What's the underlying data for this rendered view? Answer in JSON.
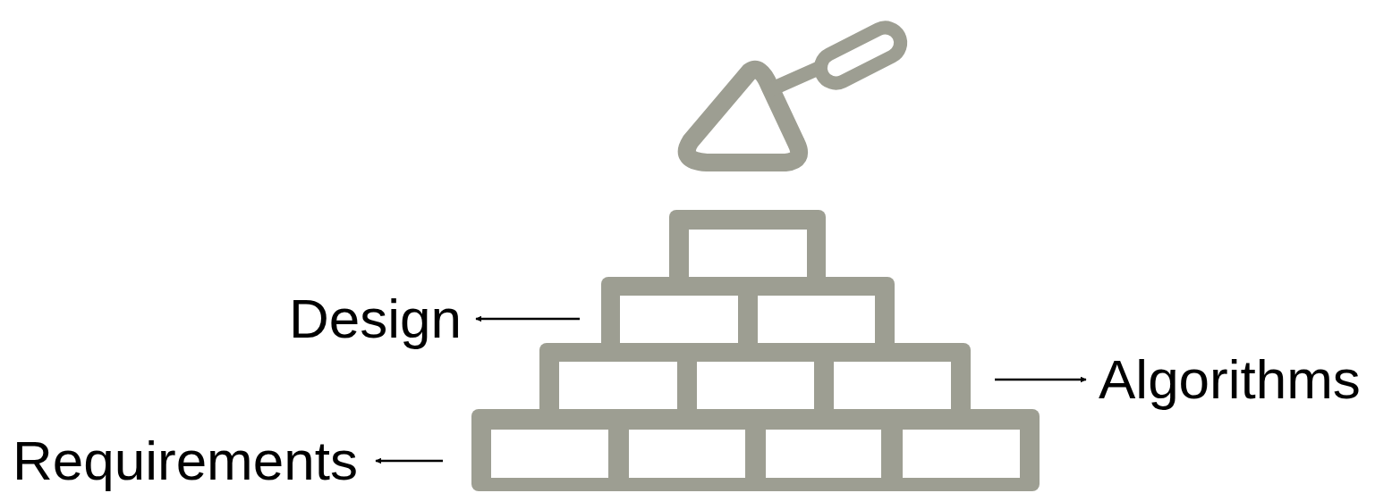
{
  "diagram": {
    "labels": [
      "Design",
      "Algorithms",
      "Requirements"
    ]
  }
}
